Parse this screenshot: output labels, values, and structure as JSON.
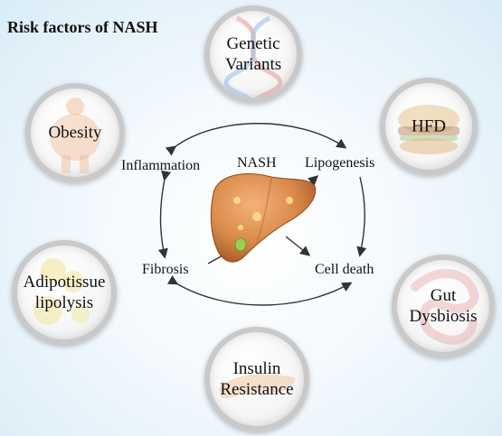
{
  "title": "Risk factors of NASH",
  "center_label": "NASH",
  "risk_factors": [
    {
      "id": "genetic",
      "lines": [
        "Genetic",
        "Variants"
      ]
    },
    {
      "id": "hfd",
      "lines": [
        "HFD"
      ]
    },
    {
      "id": "gut",
      "lines": [
        "Gut",
        "Dysbiosis"
      ]
    },
    {
      "id": "insulin",
      "lines": [
        "Insulin",
        "Resistance"
      ]
    },
    {
      "id": "adipo",
      "lines": [
        "Adipotissue",
        "lipolysis"
      ]
    },
    {
      "id": "obesity",
      "lines": [
        "Obesity"
      ]
    }
  ],
  "process_nodes": {
    "inflammation": "Inflammation",
    "lipogenesis": "Lipogenesis",
    "fibrosis": "Fibrosis",
    "cell_death": "Cell death"
  },
  "colors": {
    "arrow": "#333333",
    "liver": "#d98a4a",
    "ring": "#c9c9c9"
  }
}
